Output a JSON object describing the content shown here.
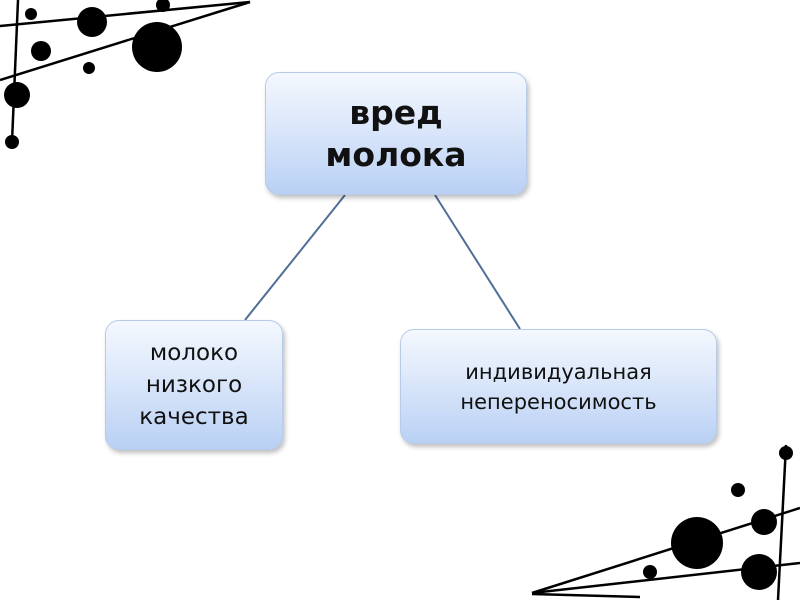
{
  "diagram": {
    "root": {
      "label": "вред\nмолока"
    },
    "children": [
      {
        "label": "молоко\nнизкого\nкачества"
      },
      {
        "label": "индивидуальная\nнепереносимость"
      }
    ],
    "colors": {
      "connector": "#4f6f98",
      "decoration": "#000000"
    }
  }
}
